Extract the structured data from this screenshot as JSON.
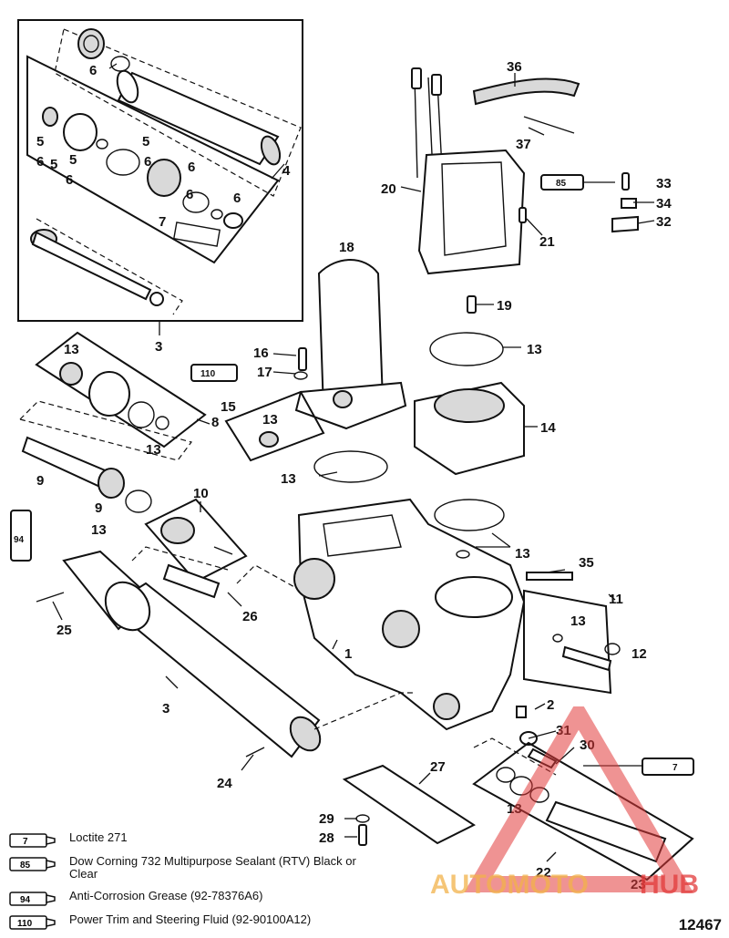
{
  "figure_number": "12467",
  "callouts": [
    "1",
    "2",
    "3",
    "3",
    "4",
    "5",
    "5",
    "5",
    "5",
    "6",
    "6",
    "6",
    "6",
    "6",
    "6",
    "6",
    "7",
    "8",
    "9",
    "9",
    "10",
    "11",
    "12",
    "13",
    "13",
    "13",
    "13",
    "13",
    "13",
    "13",
    "13",
    "13",
    "14",
    "15",
    "16",
    "17",
    "18",
    "19",
    "20",
    "21",
    "22",
    "23",
    "24",
    "25",
    "26",
    "27",
    "28",
    "29",
    "30",
    "31",
    "32",
    "33",
    "34",
    "35",
    "36",
    "37"
  ],
  "sealant_tubes": [
    "110",
    "94",
    "85",
    "7"
  ],
  "legend": [
    {
      "code": "7",
      "text": "Loctite 271"
    },
    {
      "code": "85",
      "text": "Dow Corning 732 Multipurpose Sealant (RTV) Black or Clear"
    },
    {
      "code": "94",
      "text": "Anti-Corrosion Grease (92-78376A6)"
    },
    {
      "code": "110",
      "text": "Power Trim and Steering Fluid (92-90100A12)"
    }
  ],
  "watermark": {
    "brand_a": "AUTOMOTO",
    "brand_b": "HUB",
    "color_a": "#f2b24a",
    "color_b": "#e23a3a"
  }
}
